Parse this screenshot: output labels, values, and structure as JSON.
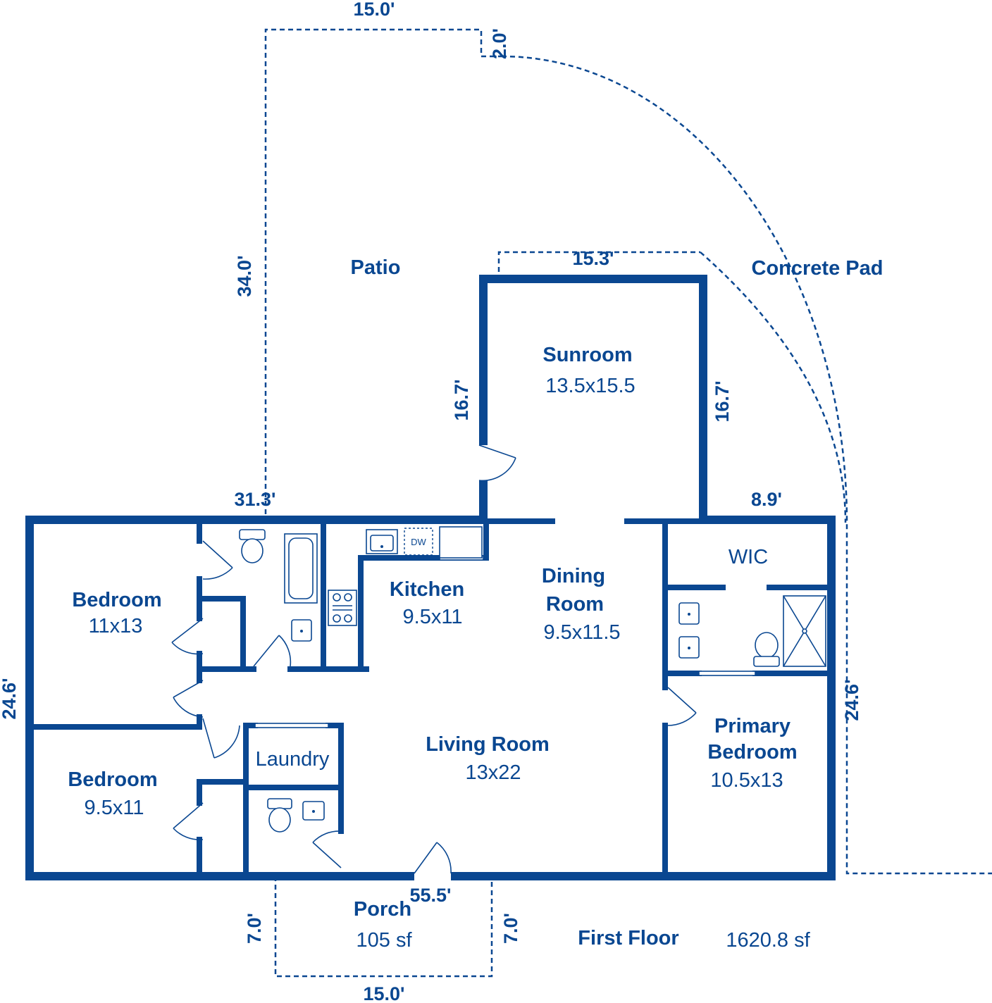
{
  "plan": {
    "floor_title": "First Floor",
    "total_area": "1620.8 sf"
  },
  "rooms": {
    "patio": {
      "name": "Patio"
    },
    "concrete_pad": {
      "name": "Concrete Pad"
    },
    "sunroom": {
      "name": "Sunroom",
      "size": "13.5x15.5"
    },
    "kitchen": {
      "name": "Kitchen",
      "size": "9.5x11"
    },
    "dining": {
      "name_line1": "Dining",
      "name_line2": "Room",
      "size": "9.5x11.5"
    },
    "wic": {
      "name": "WIC"
    },
    "bedroom_top": {
      "name": "Bedroom",
      "size": "11x13"
    },
    "bedroom_bottom": {
      "name": "Bedroom",
      "size": "9.5x11"
    },
    "laundry": {
      "name": "Laundry"
    },
    "living": {
      "name": "Living Room",
      "size": "13x22"
    },
    "primary": {
      "name_line1": "Primary",
      "name_line2": "Bedroom",
      "size": "10.5x13"
    },
    "porch": {
      "name": "Porch",
      "area": "105 sf"
    }
  },
  "fixtures": {
    "dishwasher": "DW"
  },
  "dimensions": {
    "patio_top": "15.0'",
    "patio_notch": "2.0'",
    "patio_side": "34.0'",
    "sunroom_top": "15.3'",
    "sunroom_left": "16.7'",
    "sunroom_right": "16.7'",
    "house_top_left": "31.3'",
    "house_top_right": "8.9'",
    "house_left": "24.6'",
    "house_right": "24.6'",
    "house_bottom": "55.5'",
    "porch_left": "7.0'",
    "porch_right": "7.0'",
    "porch_bottom": "15.0'"
  },
  "colors": {
    "line": "#0a4791",
    "background": "#ffffff"
  }
}
